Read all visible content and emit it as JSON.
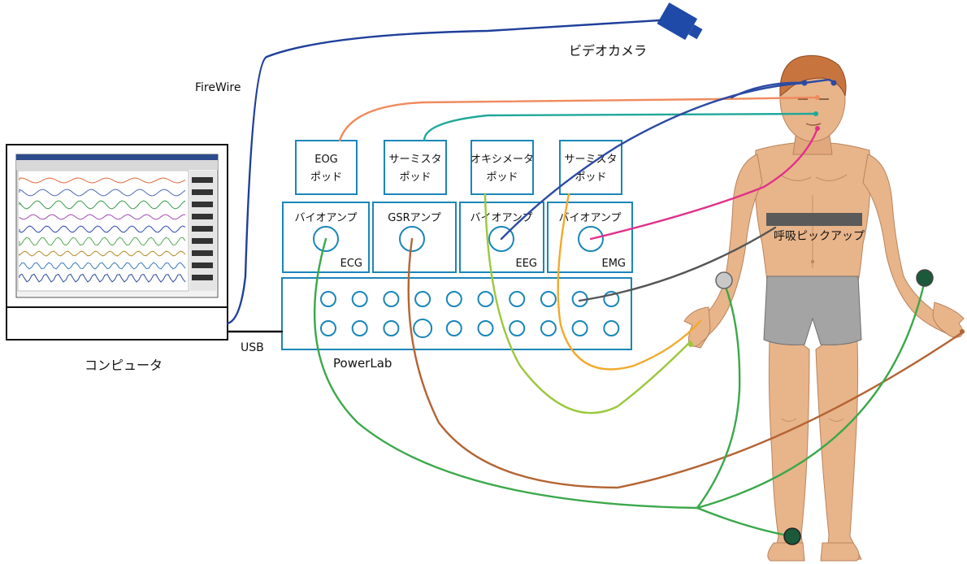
{
  "labels": {
    "camera": "ビデオカメラ",
    "firewire": "FireWire",
    "computer": "コンピュータ",
    "usb": "USB",
    "powerlab": "PowerLab",
    "breathing": "呼吸ピックアップ"
  },
  "pods": [
    {
      "line1": "EOG",
      "line2": "ポッド"
    },
    {
      "line1": "サーミスタ",
      "line2": "ポッド"
    },
    {
      "line1": "オキシメータ",
      "line2": "ポッド"
    },
    {
      "line1": "サーミスタ",
      "line2": "ポッド"
    }
  ],
  "amps": [
    {
      "title": "バイオアンプ",
      "code": "ECG"
    },
    {
      "title": "GSRアンプ",
      "code": ""
    },
    {
      "title": "バイオアンプ",
      "code": "EEG"
    },
    {
      "title": "バイオアンプ",
      "code": "EMG"
    }
  ],
  "colors": {
    "box_border": "#1a86b8",
    "firewire": "#1f3f99",
    "eog": "#f08a5d",
    "thermistor_nose": "#1fa89a",
    "eeg": "#2b4aa3",
    "emg": "#e0308a",
    "oximeter": "#9bc83c",
    "thermistor_hand": "#f2a92a",
    "ecg": "#3aa84a",
    "gsr": "#b46434",
    "breathing": "#555555",
    "skin": "#e8b48a",
    "shorts": "#a4a4a4"
  }
}
